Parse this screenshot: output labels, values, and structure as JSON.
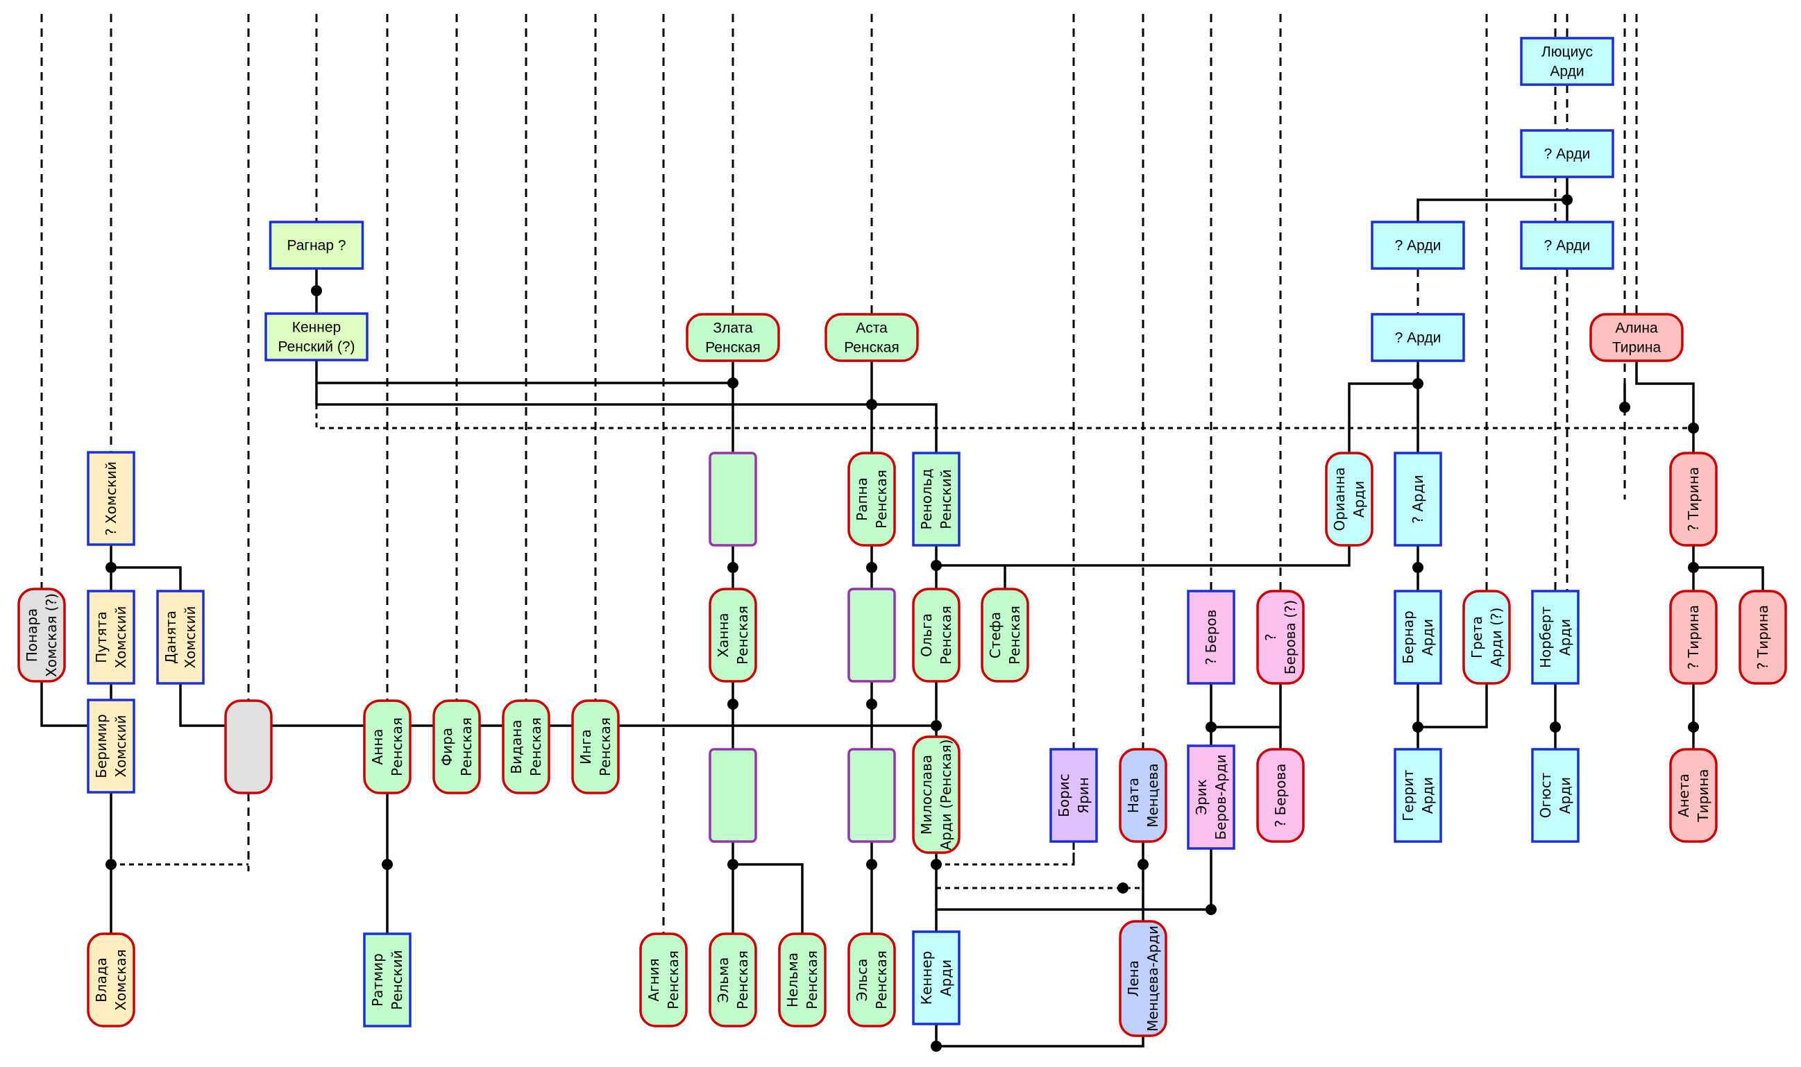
{
  "title": "Family tree: Хомские, Ренские, Арди, Беровы, Тирины",
  "colors": {
    "male_border": "#1a2fd6",
    "female_border": "#cc0000",
    "unknown_border": "#9933aa",
    "homsky_fill": "#ffefc0",
    "rensky_fill": "#c0fccc",
    "rensky_root_fill": "#ddfcc0",
    "ardi_fill": "#c0feff",
    "berov_fill": "#fcc0ee",
    "tirina_fill": "#ffc0c0",
    "menceva_fill": "#c0d0fc",
    "yarin_fill": "#e0c0fc",
    "gray_fill": "#e0e0e0",
    "line": "#000000"
  },
  "people": [
    {
      "id": "ragnar",
      "lines": [
        "Рагнар ?"
      ],
      "sex": "m",
      "family": "rensky_root",
      "orient": "h"
    },
    {
      "id": "kenner_rensky",
      "lines": [
        "Кеннер",
        "Ренский (?)"
      ],
      "sex": "m",
      "family": "rensky_root",
      "orient": "h"
    },
    {
      "id": "zlata",
      "lines": [
        "Злата",
        "Ренская"
      ],
      "sex": "f",
      "family": "rensky",
      "orient": "h"
    },
    {
      "id": "asta",
      "lines": [
        "Аста",
        "Ренская"
      ],
      "sex": "f",
      "family": "rensky",
      "orient": "h"
    },
    {
      "id": "lucius",
      "lines": [
        "Люциус",
        "Арди"
      ],
      "sex": "m",
      "family": "ardi",
      "orient": "h"
    },
    {
      "id": "ardi1",
      "lines": [
        "? Арди"
      ],
      "sex": "m",
      "family": "ardi",
      "orient": "h"
    },
    {
      "id": "ardi2",
      "lines": [
        "? Арди"
      ],
      "sex": "m",
      "family": "ardi",
      "orient": "h"
    },
    {
      "id": "ardi3",
      "lines": [
        "? Арди"
      ],
      "sex": "m",
      "family": "ardi",
      "orient": "h"
    },
    {
      "id": "ardi4",
      "lines": [
        "? Арди"
      ],
      "sex": "m",
      "family": "ardi",
      "orient": "h"
    },
    {
      "id": "alina",
      "lines": [
        "Алина",
        "Тирина"
      ],
      "sex": "f",
      "family": "tirina",
      "orient": "h"
    },
    {
      "id": "homsky",
      "lines": [
        "? Хомский"
      ],
      "sex": "m",
      "family": "homsky",
      "orient": "v"
    },
    {
      "id": "zlata_child",
      "lines": [],
      "sex": "u",
      "family": "rensky",
      "orient": "v"
    },
    {
      "id": "rapna",
      "lines": [
        "Рапна",
        "Ренская"
      ],
      "sex": "f",
      "family": "rensky",
      "orient": "v"
    },
    {
      "id": "reinold",
      "lines": [
        "Ренольд",
        "Ренский"
      ],
      "sex": "m",
      "family": "rensky",
      "orient": "v"
    },
    {
      "id": "orianna",
      "lines": [
        "Орианна",
        "Арди"
      ],
      "sex": "f",
      "family": "ardi",
      "orient": "v"
    },
    {
      "id": "ardi5",
      "lines": [
        "? Арди"
      ],
      "sex": "m",
      "family": "ardi",
      "orient": "v"
    },
    {
      "id": "tirina1",
      "lines": [
        "? Тирина"
      ],
      "sex": "f",
      "family": "tirina",
      "orient": "v"
    },
    {
      "id": "ponara",
      "lines": [
        "Понара",
        "Хомская (?)"
      ],
      "sex": "f",
      "family": "gray",
      "orient": "v"
    },
    {
      "id": "putyata",
      "lines": [
        "Путята",
        "Хомский"
      ],
      "sex": "m",
      "family": "homsky",
      "orient": "v"
    },
    {
      "id": "danyata",
      "lines": [
        "Данята",
        "Хомский"
      ],
      "sex": "m",
      "family": "homsky",
      "orient": "v"
    },
    {
      "id": "hanna",
      "lines": [
        "Ханна",
        "Ренская"
      ],
      "sex": "f",
      "family": "rensky",
      "orient": "v"
    },
    {
      "id": "rapna_child",
      "lines": [],
      "sex": "u",
      "family": "rensky",
      "orient": "v"
    },
    {
      "id": "olga",
      "lines": [
        "Ольга",
        "Ренская"
      ],
      "sex": "f",
      "family": "rensky",
      "orient": "v"
    },
    {
      "id": "stefa",
      "lines": [
        "Стефа",
        "Ренская"
      ],
      "sex": "f",
      "family": "rensky",
      "orient": "v"
    },
    {
      "id": "berov",
      "lines": [
        "? Беров"
      ],
      "sex": "m",
      "family": "berov",
      "orient": "v"
    },
    {
      "id": "berova_q",
      "lines": [
        "?",
        "Берова (?)"
      ],
      "sex": "f",
      "family": "berov",
      "orient": "v"
    },
    {
      "id": "bernar",
      "lines": [
        "Бернар",
        "Арди"
      ],
      "sex": "m",
      "family": "ardi",
      "orient": "v"
    },
    {
      "id": "greta",
      "lines": [
        "Грета",
        "Арди (?)"
      ],
      "sex": "f",
      "family": "ardi",
      "orient": "v"
    },
    {
      "id": "norbert",
      "lines": [
        "Норберт",
        "Арди"
      ],
      "sex": "m",
      "family": "ardi",
      "orient": "v"
    },
    {
      "id": "tirina2",
      "lines": [
        "? Тирина"
      ],
      "sex": "f",
      "family": "tirina",
      "orient": "v"
    },
    {
      "id": "tirina3",
      "lines": [
        "? Тирина"
      ],
      "sex": "f",
      "family": "tirina",
      "orient": "v"
    },
    {
      "id": "berimir",
      "lines": [
        "Беримир",
        "Хомский"
      ],
      "sex": "m",
      "family": "homsky",
      "orient": "v"
    },
    {
      "id": "gray_unknown",
      "lines": [],
      "sex": "f",
      "family": "gray",
      "orient": "v"
    },
    {
      "id": "anna",
      "lines": [
        "Анна",
        "Ренская"
      ],
      "sex": "f",
      "family": "rensky",
      "orient": "v"
    },
    {
      "id": "fira",
      "lines": [
        "Фира",
        "Ренская"
      ],
      "sex": "f",
      "family": "rensky",
      "orient": "v"
    },
    {
      "id": "vidana",
      "lines": [
        "Видана",
        "Ренская"
      ],
      "sex": "f",
      "family": "rensky",
      "orient": "v"
    },
    {
      "id": "inga",
      "lines": [
        "Инга",
        "Ренская"
      ],
      "sex": "f",
      "family": "rensky",
      "orient": "v"
    },
    {
      "id": "hanna_child",
      "lines": [],
      "sex": "u",
      "family": "rensky",
      "orient": "v"
    },
    {
      "id": "rapna_gchild",
      "lines": [],
      "sex": "u",
      "family": "rensky",
      "orient": "v"
    },
    {
      "id": "miloslava",
      "lines": [
        "Милослава",
        "Арди (Ренская)"
      ],
      "sex": "f",
      "family": "rensky",
      "orient": "v"
    },
    {
      "id": "boris",
      "lines": [
        "Борис",
        "Ярин"
      ],
      "sex": "m",
      "family": "yarin",
      "orient": "v"
    },
    {
      "id": "nata",
      "lines": [
        "Ната",
        "Менцева"
      ],
      "sex": "f",
      "family": "menceva",
      "orient": "v"
    },
    {
      "id": "erik",
      "lines": [
        "Эрик",
        "Беров-Арди"
      ],
      "sex": "m",
      "family": "berov",
      "orient": "v"
    },
    {
      "id": "berova",
      "lines": [
        "? Берова"
      ],
      "sex": "f",
      "family": "berov",
      "orient": "v"
    },
    {
      "id": "gerrit",
      "lines": [
        "Геррит",
        "Арди"
      ],
      "sex": "m",
      "family": "ardi",
      "orient": "v"
    },
    {
      "id": "ogust",
      "lines": [
        "Огюст",
        "Арди"
      ],
      "sex": "m",
      "family": "ardi",
      "orient": "v"
    },
    {
      "id": "aneta",
      "lines": [
        "Анета",
        "Тирина"
      ],
      "sex": "f",
      "family": "tirina",
      "orient": "v"
    },
    {
      "id": "vlada",
      "lines": [
        "Влада",
        "Хомская"
      ],
      "sex": "f",
      "family": "homsky",
      "orient": "v"
    },
    {
      "id": "ratmir",
      "lines": [
        "Ратмир",
        "Ренский"
      ],
      "sex": "m",
      "family": "rensky",
      "orient": "v"
    },
    {
      "id": "agnia",
      "lines": [
        "Агния",
        "Ренская"
      ],
      "sex": "f",
      "family": "rensky",
      "orient": "v"
    },
    {
      "id": "elma",
      "lines": [
        "Эльма",
        "Ренская"
      ],
      "sex": "f",
      "family": "rensky",
      "orient": "v"
    },
    {
      "id": "nelma",
      "lines": [
        "Нельма",
        "Ренская"
      ],
      "sex": "f",
      "family": "rensky",
      "orient": "v"
    },
    {
      "id": "elsa",
      "lines": [
        "Эльса",
        "Ренская"
      ],
      "sex": "f",
      "family": "rensky",
      "orient": "v"
    },
    {
      "id": "kenner_ardi",
      "lines": [
        "Кеннер",
        "Арди"
      ],
      "sex": "m",
      "family": "ardi",
      "orient": "v"
    },
    {
      "id": "lena",
      "lines": [
        "Лена",
        "Менцева-Арди"
      ],
      "sex": "f",
      "family": "menceva",
      "orient": "v"
    }
  ]
}
